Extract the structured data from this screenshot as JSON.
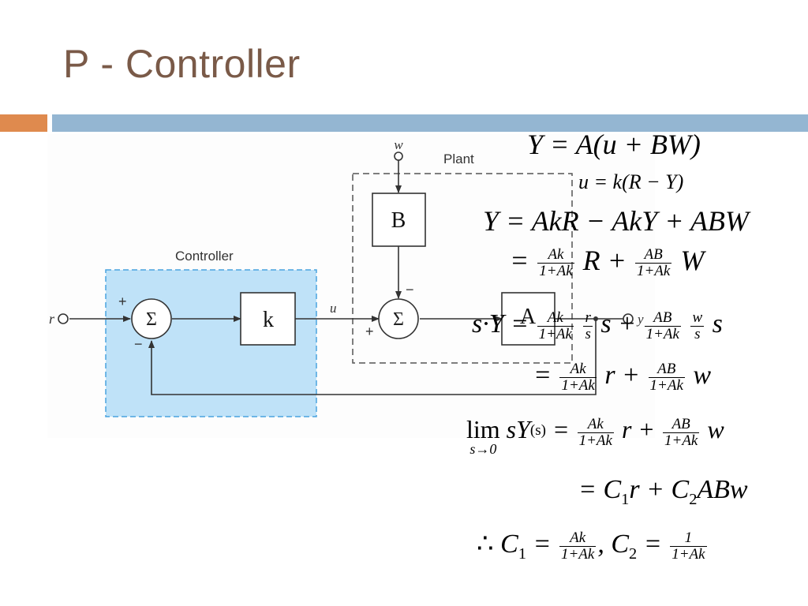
{
  "slide": {
    "title": "P - Controller",
    "colors": {
      "accent_orange": "#df8a4e",
      "accent_blue": "#94b6d2",
      "title": "#7a5a48",
      "controller_fill": "#bfe2f8",
      "controller_border": "#4aa3df"
    }
  },
  "diagram": {
    "labels": {
      "w_input": "w",
      "plant": "Plant",
      "controller": "Controller",
      "block_b": "B",
      "block_k": "k",
      "block_a": "A",
      "r_input": "r",
      "u_signal": "u",
      "y_output": "y",
      "sum_symbol": "Σ",
      "plus_sign": "+",
      "minus_sign": "−"
    }
  },
  "equations": {
    "eq1": "Y = A(u + BW)",
    "eq2": "u = k(R − Y)",
    "eq3": "Y = AkR − AkY + ABW",
    "eq4": {
      "prefix": "=",
      "f1_num": "Ak",
      "f1_den": "1+Ak",
      "mid": "R +",
      "f2_num": "AB",
      "f2_den": "1+Ak",
      "suffix": "W"
    },
    "eq5": {
      "prefix": "s·Y =",
      "f1_num": "Ak",
      "f1_den": "1+Ak",
      "f2_num": "r",
      "f2_den": "s",
      "mid": "s +",
      "f3_num": "AB",
      "f3_den": "1+Ak",
      "f4_num": "w",
      "f4_den": "s",
      "suffix": "s"
    },
    "eq6": {
      "prefix": "=",
      "f1_num": "Ak",
      "f1_den": "1+Ak",
      "mid": "r +",
      "f2_num": "AB",
      "f2_den": "1+Ak",
      "suffix": "w"
    },
    "eq7": {
      "lim": "lim",
      "lim_sub": "s→0",
      "expr": "sY",
      "arg": "(s)",
      "eq": "=",
      "f1_num": "Ak",
      "f1_den": "1+Ak",
      "mid": "r +",
      "f2_num": "AB",
      "f2_den": "1+Ak",
      "suffix": "w"
    },
    "eq8": {
      "text": "= C",
      "sub1": "1",
      "mid": "r + C",
      "sub2": "2",
      "suffix": "ABw"
    },
    "eq9": {
      "therefore": "∴",
      "c1": "C",
      "sub1": "1",
      "eq1": "=",
      "f1_num": "Ak",
      "f1_den": "1+Ak",
      "comma": ",",
      "c2": "C",
      "sub2": "2",
      "eq2": "=",
      "f2_num": "1",
      "f2_den": "1+Ak"
    }
  }
}
